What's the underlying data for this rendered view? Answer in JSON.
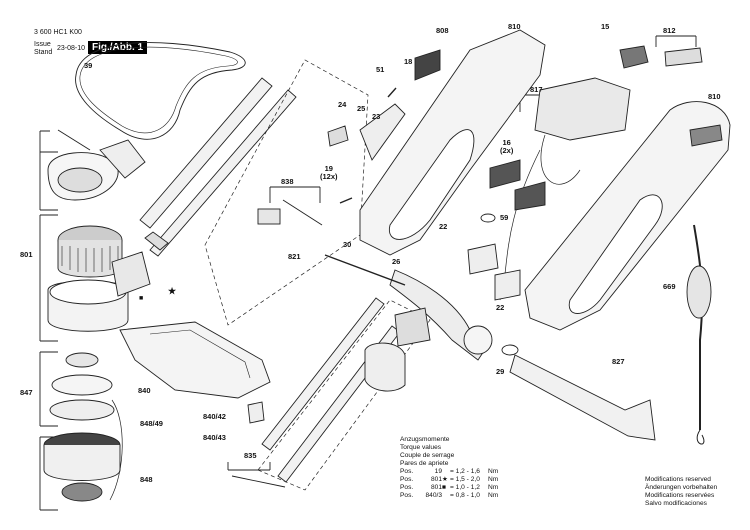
{
  "header": {
    "doc_number": "3 600 HC1 K00",
    "issue_label": "Issue",
    "stand_label": "Stand",
    "issue_date": "23-08-10",
    "figure": "Fig./Abb. 1"
  },
  "labels": [
    "808",
    "810",
    "15",
    "812",
    "39",
    "18",
    "51",
    "817",
    "810",
    "24",
    "25",
    "23",
    "16\n(2x)",
    "19\n(12x)",
    "838",
    "59",
    "22",
    "30",
    "26",
    "821",
    "801",
    "669",
    "22",
    "840",
    "827",
    "29",
    "847",
    "848/49",
    "840/42",
    "840/43",
    "835",
    "848"
  ],
  "torque": {
    "titles": [
      "Anzugsmomente",
      "Torque values",
      "Couple de serrage",
      "Pares de apriete"
    ],
    "rows": [
      {
        "pos": "Pos.",
        "ref": "19",
        "mark": "",
        "value": "= 1,2 - 1,6",
        "unit": "Nm"
      },
      {
        "pos": "Pos.",
        "ref": "801",
        "mark": "★",
        "value": "= 1,5 - 2,0",
        "unit": "Nm"
      },
      {
        "pos": "Pos.",
        "ref": "801",
        "mark": "■",
        "value": "= 1,0 - 1,2",
        "unit": "Nm"
      },
      {
        "pos": "Pos.",
        "ref": "840/3",
        "mark": "",
        "value": "= 0,8 - 1,0",
        "unit": "Nm"
      }
    ]
  },
  "notes": [
    "Modifications reserved",
    "Änderungen vorbehalten",
    "Modifications reservées",
    "Salvo modificaciones"
  ],
  "symbols": {
    "star": "★",
    "square": "■"
  },
  "colors": {
    "ink": "#111111",
    "part_fill": "#eeeeee",
    "dark_fill": "#555555"
  }
}
